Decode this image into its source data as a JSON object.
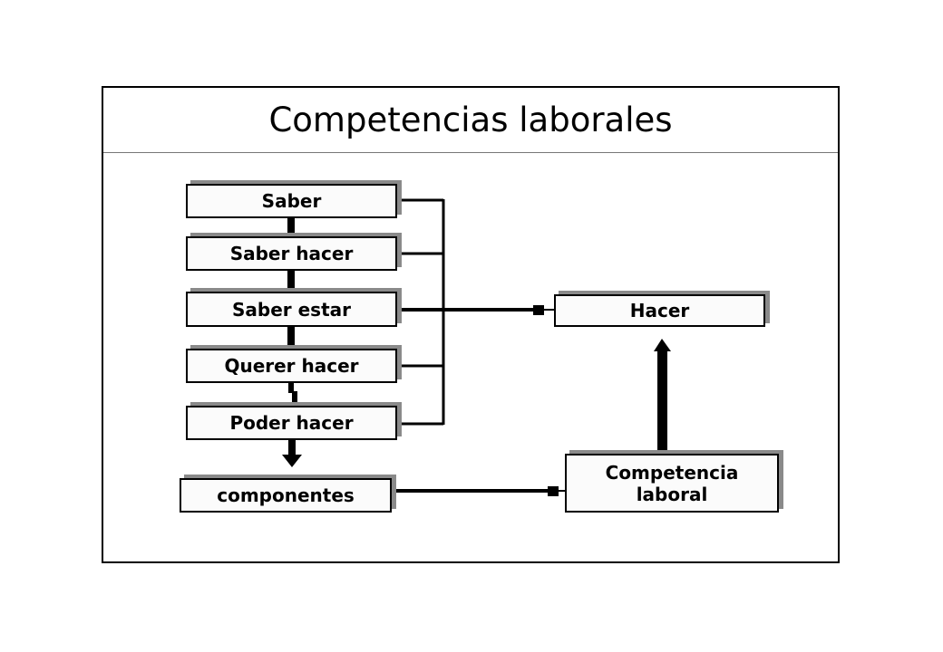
{
  "title": "Competencias laborales",
  "nodes": {
    "saber": "Saber",
    "saber_hacer": "Saber hacer",
    "saber_estar": "Saber estar",
    "querer_hacer": "Querer hacer",
    "poder_hacer": "Poder hacer",
    "componentes": "componentes",
    "hacer": "Hacer",
    "competencia_laboral": "Competencia laboral"
  }
}
